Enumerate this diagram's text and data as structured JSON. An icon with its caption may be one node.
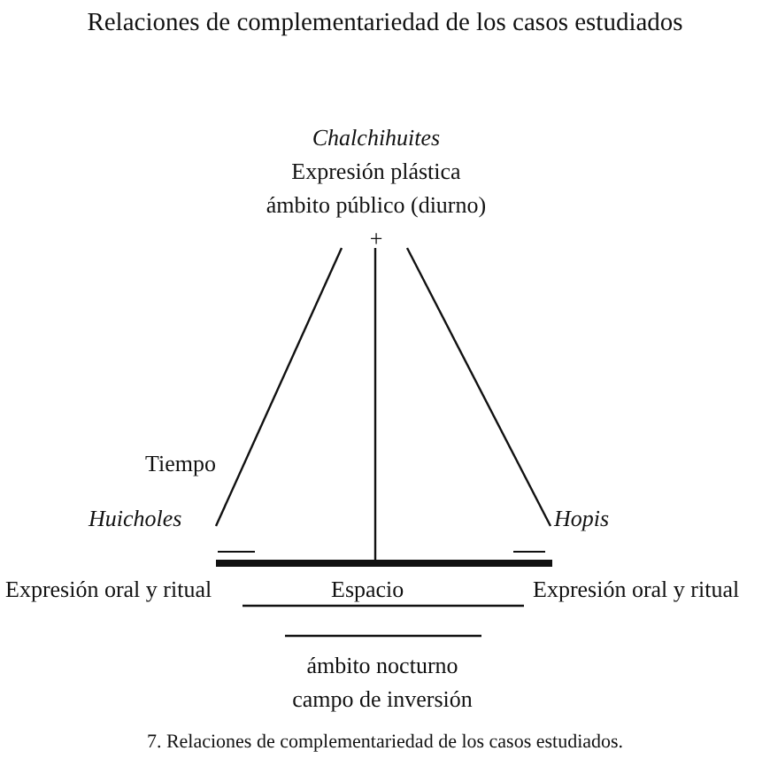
{
  "diagram": {
    "title": "Relaciones de complementariedad de los casos estudiados",
    "caption": "7. Relaciones de complementariedad de los casos estudiados.",
    "nodes": [
      {
        "text": [
          "Chalchihuites",
          "Expresión plástica",
          "ámbito público (diurno)",
          "+"
        ]
      },
      {
        "text": [
          "Huicholes"
        ]
      },
      {
        "text": [
          "Hopis"
        ]
      },
      {
        "text": [],
        "shape": "bar"
      },
      {
        "text": [
          "ámbito nocturno",
          "campo de inversión"
        ]
      }
    ],
    "edges": [
      {
        "from": 0,
        "to": 1,
        "arrow": "none"
      },
      {
        "from": 0,
        "to": 2,
        "arrow": "none"
      },
      {
        "from": 0,
        "to": 3,
        "arrow": "none"
      }
    ],
    "labels": [
      "Tiempo",
      "Expresión oral y ritual",
      "Espacio",
      "Expresión oral y ritual"
    ]
  }
}
